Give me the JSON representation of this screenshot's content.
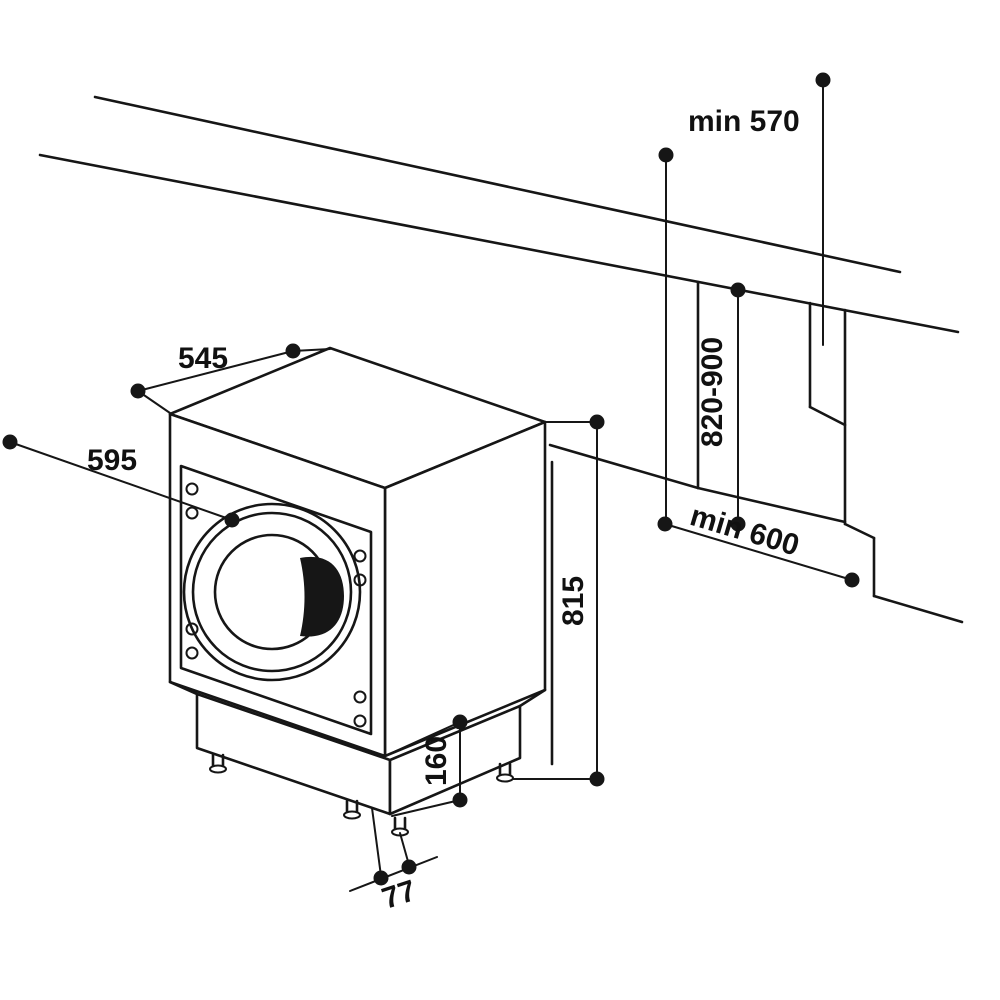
{
  "page": {
    "background": "#ffffff",
    "line_color": "#161616"
  },
  "diagram": {
    "labels": {
      "top_depth": "545",
      "front_width": "595",
      "body_height": "815",
      "plinth_height": "160",
      "plinth_recess": "77",
      "worktop_depth_min": "min 570",
      "niche_height_range": "820-900",
      "niche_depth_min": "min 600"
    }
  }
}
